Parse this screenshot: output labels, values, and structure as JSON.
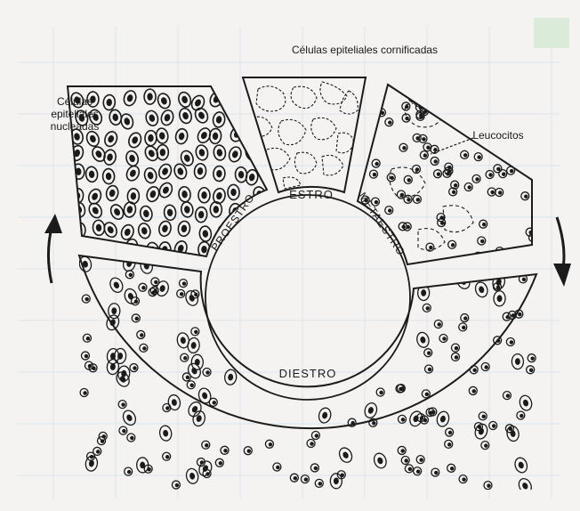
{
  "labels": {
    "cornified": "Células epiteliales cornificadas",
    "nucleated_line1": "Células",
    "nucleated_line2": "epiteliales",
    "nucleated_line3": "nucleadas",
    "leukocytes": "Leucocitos"
  },
  "phases": {
    "estro": "ESTRO",
    "proestro": "PROESTRO",
    "metaestro": "METAESTRO",
    "diestro": "DIESTRO"
  },
  "colors": {
    "ink": "#1b1b1b",
    "paper": "#f4f3f1",
    "faint_grid": "#d9e3ea",
    "corner_tint": "#cfe8cf"
  }
}
